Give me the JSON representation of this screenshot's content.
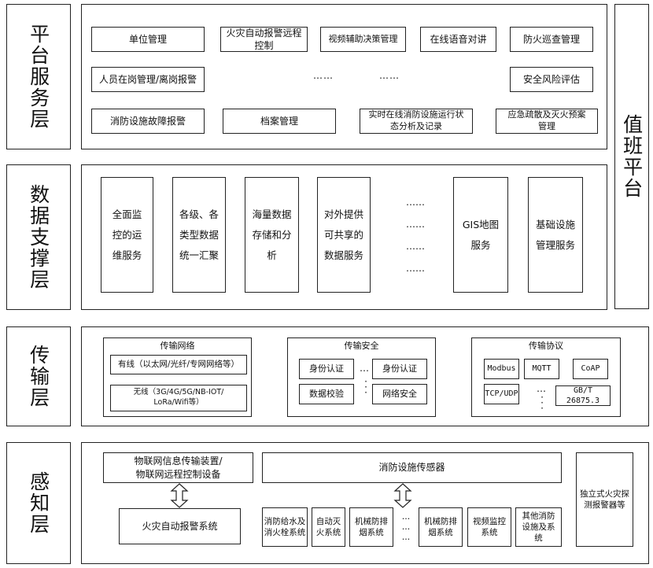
{
  "duty_platform": "值班平台",
  "layers": {
    "platform": {
      "title": "平台服务层",
      "items": {
        "unit_mgmt": "单位管理",
        "fire_alarm_remote": "火灾自动报警远程\n控制",
        "video_decision": "视频辅助决策管理",
        "voice_intercom": "在线语音对讲",
        "fire_patrol": "防火巡查管理",
        "staff_mgmt": "人员在岗管理/离岗报警",
        "ellipsis_a": "……",
        "ellipsis_b": "……",
        "risk_eval": "安全风险评估",
        "fault_alarm": "消防设施故障报警",
        "archive": "档案管理",
        "realtime_analysis": "实时在线消防设施运行状\n态分析及记录",
        "emergency_plan": "应急疏散及灭火预案\n管理"
      }
    },
    "data": {
      "title": "数据支撑层",
      "items": {
        "ops_service": "全面监\n控的运\n维服务",
        "data_aggregate": "各级、各\n类型数据\n统一汇聚",
        "mass_storage": "海量数据\n存储和分\n析",
        "shared_service": "对外提供\n可共享的\n数据服务",
        "ellipsis": "……\n\n……\n\n……\n\n……",
        "gis_service": "GIS地图\n服务",
        "infra_service": "基础设施\n管理服务"
      }
    },
    "transport": {
      "title": "传输层",
      "network": {
        "label": "传输网络",
        "wired": "有线（以太网/光纤/专网网络等）",
        "wireless": "无线（3G/4G/5G/NB-IOT/\nLoRa/Wifi等）"
      },
      "security": {
        "label": "传输安全",
        "auth1": "身份认证",
        "auth2": "身份认证",
        "check": "数据校验",
        "netsec": "网络安全",
        "dots_h": "…",
        "dots_v": "·\n·\n·"
      },
      "protocol": {
        "label": "传输协议",
        "modbus": "Modbus",
        "mqtt": "MQTT",
        "coap": "CoAP",
        "tcpudp": "TCP/UDP",
        "gbt": "GB/T 26875.3",
        "dots_h": "…",
        "dots_v": "·\n·\n·"
      }
    },
    "sensing": {
      "title": "感知层",
      "iot_device": "物联网信息传输装置/\n物联网远程控制设备",
      "fire_alarm_system": "火灾自动报警系统",
      "sensors": "消防设施传感器",
      "water_system": "消防给水及\n消火栓系统",
      "auto_extinguish": "自动灭\n火系统",
      "smoke_exhaust_a": "机械防排\n烟系统",
      "sub_dots": "…\n…\n…",
      "smoke_exhaust_b": "机械防排\n烟系统",
      "video_monitor": "视频监控\n系统",
      "other_facilities": "其他消防\n设施及系\n统",
      "standalone_detector": "独立式火灾探\n测报警器等"
    }
  },
  "colors": {
    "line": "#222222",
    "background": "#ffffff"
  },
  "icons": {
    "arrow": "double-vertical-arrow"
  }
}
